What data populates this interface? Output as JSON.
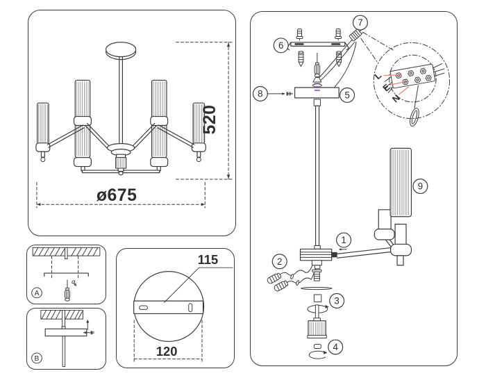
{
  "colors": {
    "line": "#3a3a3a",
    "accent-red": "#ee7f72",
    "accent-purple": "#a27ab5"
  },
  "overview": {
    "height_dim": "520",
    "diameter_dim": "ø675"
  },
  "steps": {
    "a_label": "A",
    "b_label": "B"
  },
  "canopy_detail": {
    "bracket_dim": "115",
    "plate_dim": "120"
  },
  "assembly": {
    "balloons": {
      "b1": "1",
      "b2": "2",
      "b3": "3",
      "b4": "4",
      "b5": "5",
      "b6": "6",
      "b7": "7",
      "b8": "8",
      "b9": "9"
    },
    "wire_labels": {
      "live": "L",
      "earth": "E",
      "neutral": "N"
    }
  }
}
